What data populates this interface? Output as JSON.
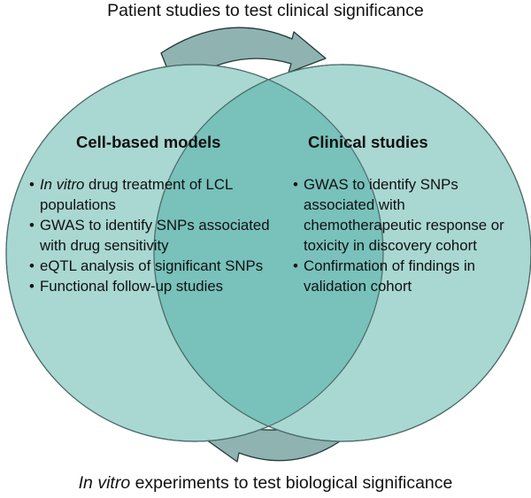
{
  "captions": {
    "top": "Patient studies to test clinical significance",
    "bottom_italic": "In vitro",
    "bottom_rest": " experiments to test biological significance"
  },
  "left_circle": {
    "heading": "Cell-based models",
    "bullets": [
      {
        "italic": "In vitro",
        "text": " drug treatment of LCL populations"
      },
      {
        "italic": "",
        "text": "GWAS to identify SNPs associated with drug sensitivity"
      },
      {
        "italic": "",
        "text": "eQTL analysis of significant SNPs"
      },
      {
        "italic": "",
        "text": "Functional follow-up studies"
      }
    ]
  },
  "right_circle": {
    "heading": "Clinical studies",
    "bullets": [
      {
        "italic": "",
        "text": "GWAS to identify SNPs associated with chemotherapeutic response or toxicity in discovery cohort"
      },
      {
        "italic": "",
        "text": "Confirmation of findings in validation cohort"
      }
    ]
  },
  "colors": {
    "circle_fill": "#a9d7d2",
    "overlap_fill": "#79c1bb",
    "outline": "#4b6b69",
    "arrow_fill": "#8fb3b0",
    "arrow_outline": "#24393a",
    "text": "#111111"
  }
}
